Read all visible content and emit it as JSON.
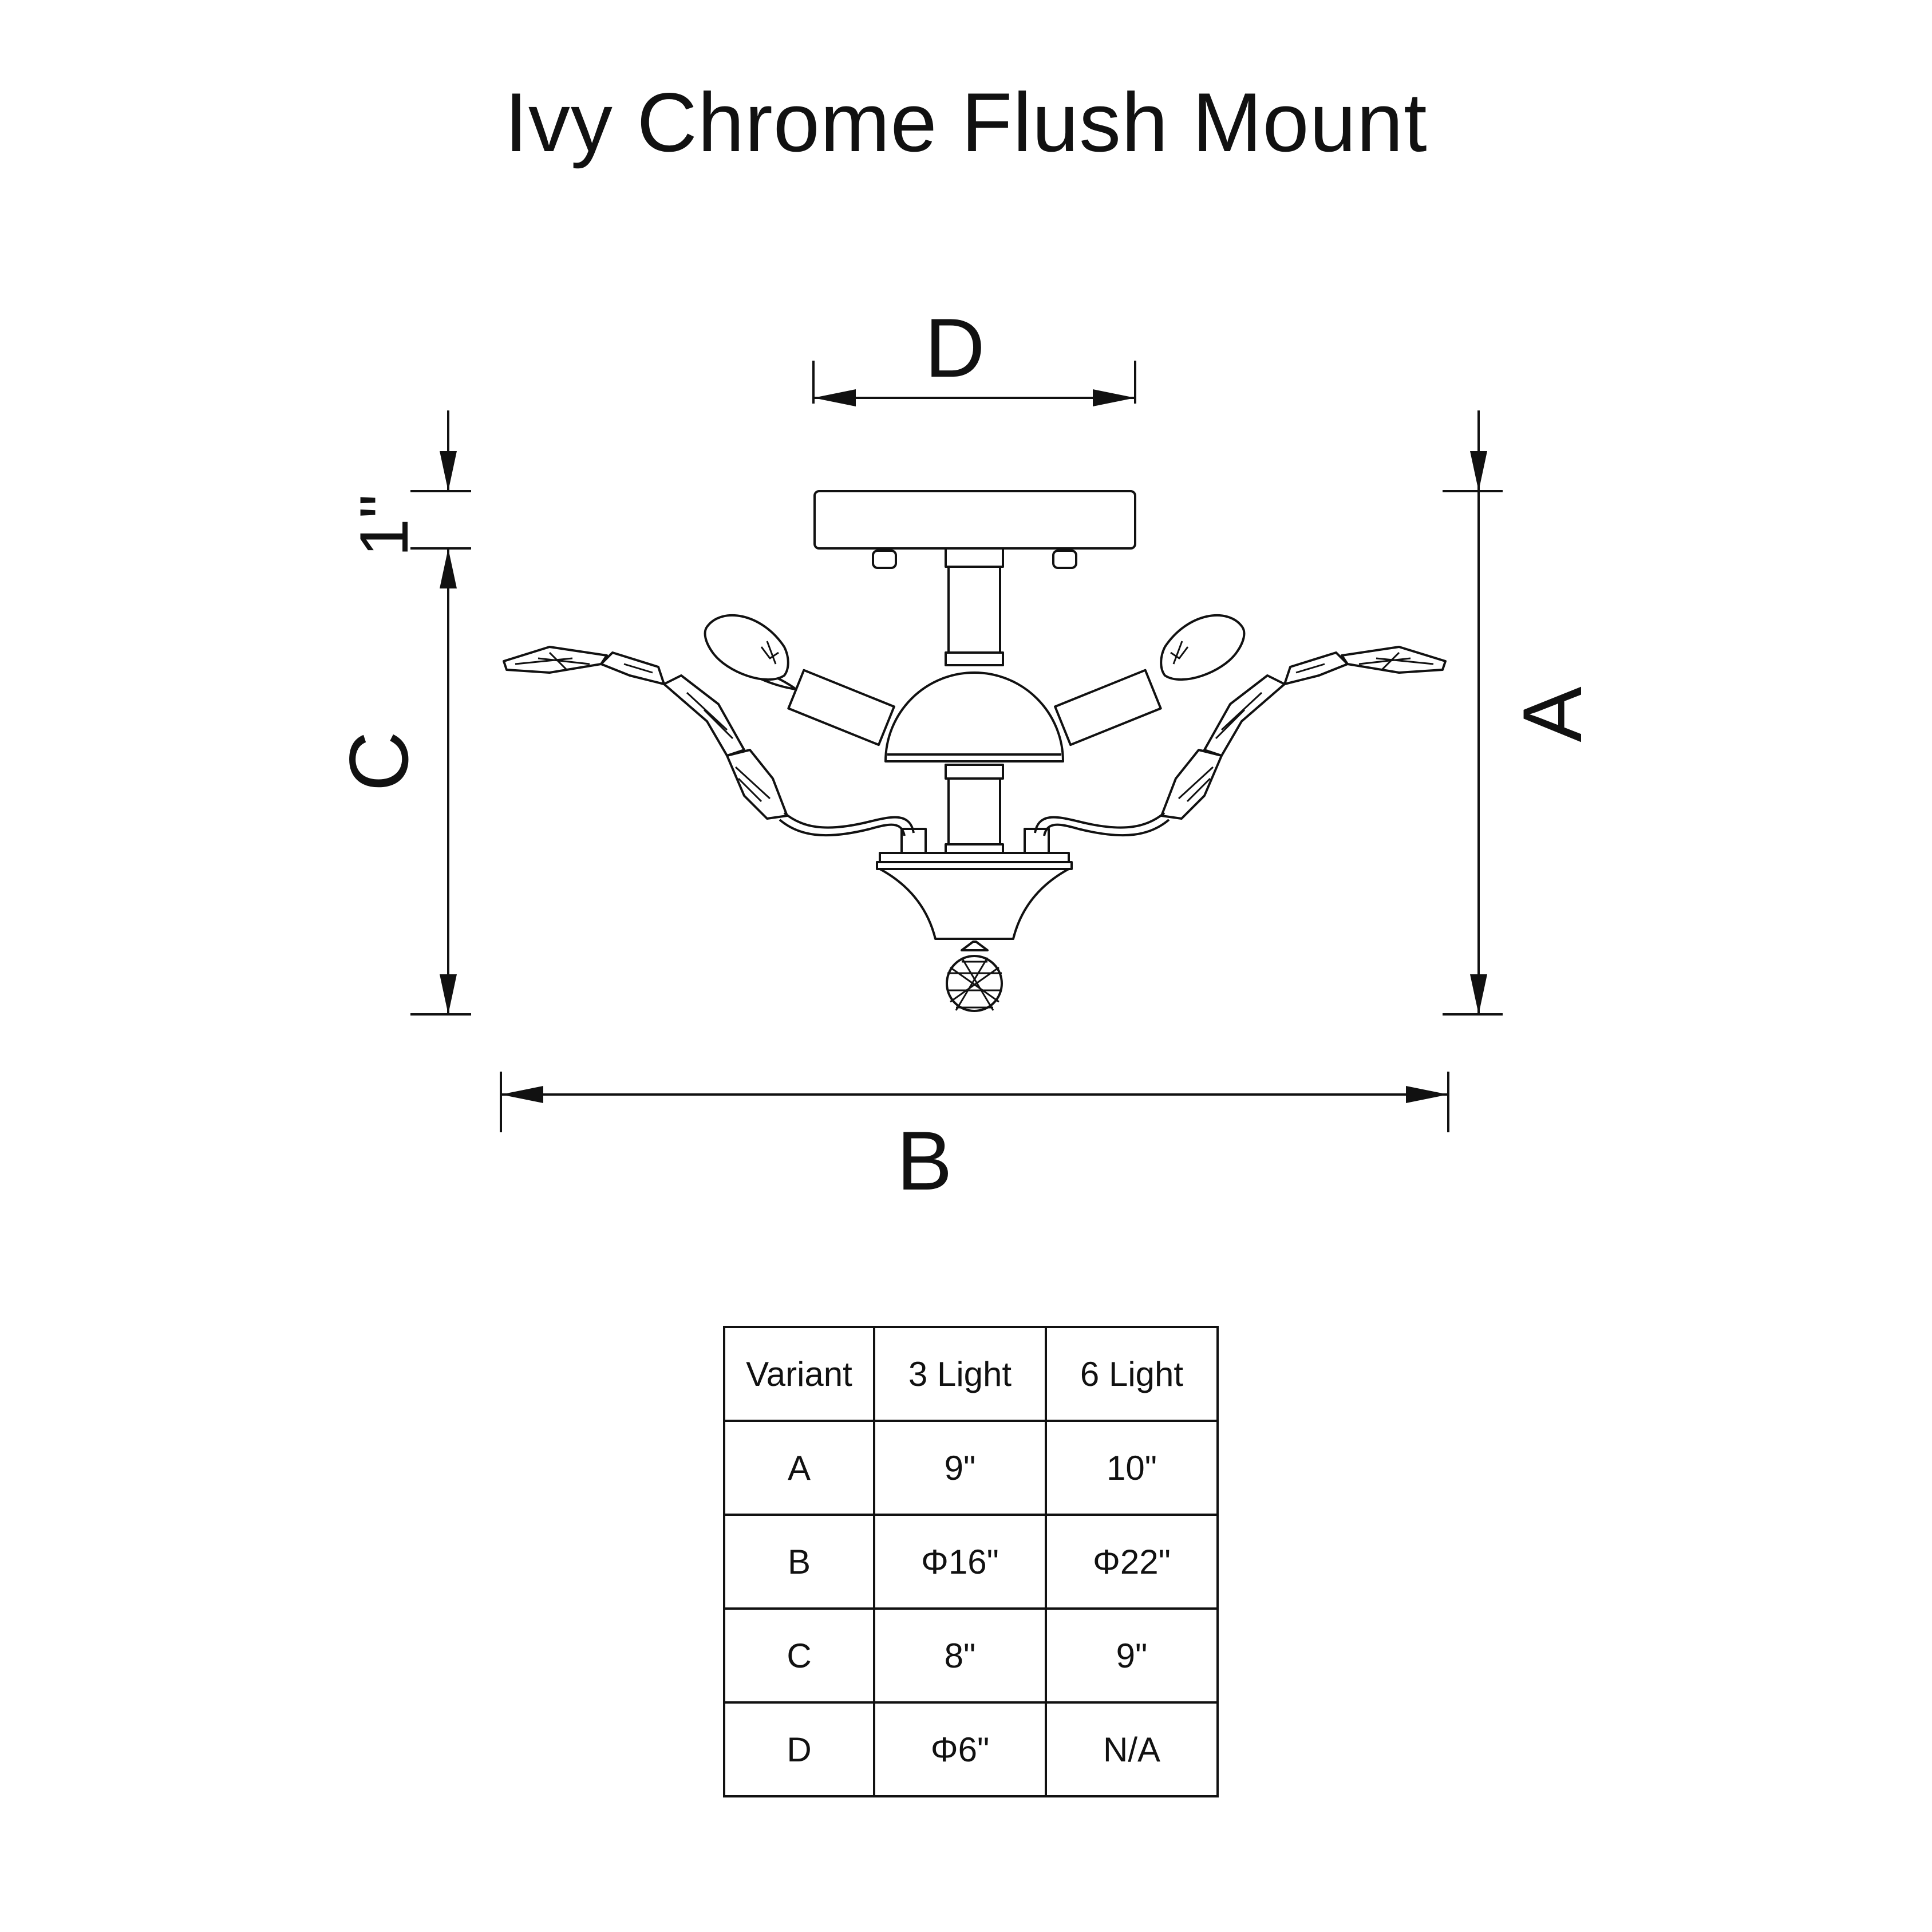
{
  "title": "Ivy Chrome Flush Mount",
  "dimensions": {
    "A": "A",
    "B": "B",
    "C": "C",
    "D": "D",
    "canopy_gap": "1\""
  },
  "table": {
    "header": [
      "Variant",
      "3 Light",
      "6 Light"
    ],
    "rows": [
      [
        "A",
        "9\"",
        "10\""
      ],
      [
        "B",
        "Φ16\"",
        "Φ22\""
      ],
      [
        "C",
        "8\"",
        "9\""
      ],
      [
        "D",
        "Φ6\"",
        "N/A"
      ]
    ]
  },
  "colors": {
    "line": "#111111",
    "background": "#ffffff"
  }
}
